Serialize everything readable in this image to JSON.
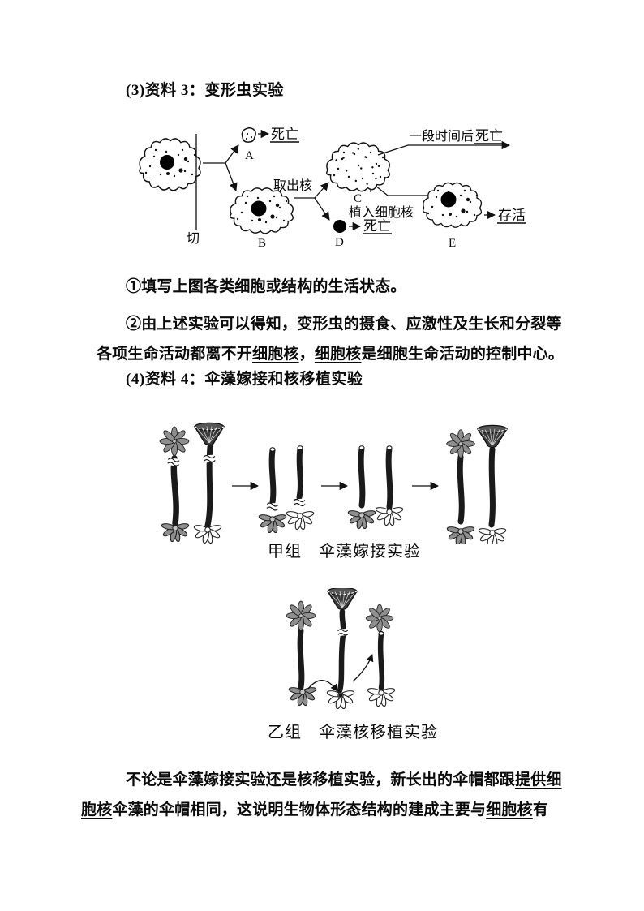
{
  "colors": {
    "ink": "#111111",
    "alga_gray": "#8f8f8f",
    "funnel_dark": "#3b3b3b",
    "paper": "#ffffff"
  },
  "headings": {
    "material3": "(3)资料 3：变形虫实验",
    "material4": "(4)资料 4：伞藻嫁接和核移植实验"
  },
  "paragraphs": {
    "p1": {
      "segments": [
        {
          "t": "①填写上图各类细胞或结构的生活状态。"
        }
      ]
    },
    "p2": {
      "segments": [
        {
          "t": "②由上述实验可以得知，变形虫的摄食、应激性及生长和分裂等"
        },
        {
          "br": true
        },
        {
          "t": "各项生命活动都离不开"
        },
        {
          "t": "细胞核",
          "u": true
        },
        {
          "t": "，"
        },
        {
          "t": "细胞核",
          "u": true
        },
        {
          "t": "是细胞生命活动的控制中心。"
        }
      ]
    },
    "p3": {
      "segments": [
        {
          "t": "不论是伞藻嫁接实验还是核移植实验，新长出的伞帽都跟"
        },
        {
          "t": "提供细",
          "u": true
        },
        {
          "br": true
        },
        {
          "t": "胞核",
          "u": true
        },
        {
          "t": "伞藻的伞帽相同，这说明生物体形态结构的建成主要与"
        },
        {
          "t": "细胞核",
          "u": true
        },
        {
          "t": "有"
        }
      ]
    }
  },
  "amoeba_figure": {
    "cut_label": "切",
    "label_a": "A",
    "label_b": "B",
    "label_c": "C",
    "label_d": "D",
    "label_e": "E",
    "remove_nucleus_label": "取出核",
    "implant_nucleus_label": "植入细胞核",
    "after_time_label": "一段时间后",
    "death_label": "死亡",
    "survive_label": "存活"
  },
  "alga_figures": {
    "group_a_caption": "甲组　伞藻嫁接实验",
    "group_b_caption": "乙组　伞藻核移植实验"
  }
}
